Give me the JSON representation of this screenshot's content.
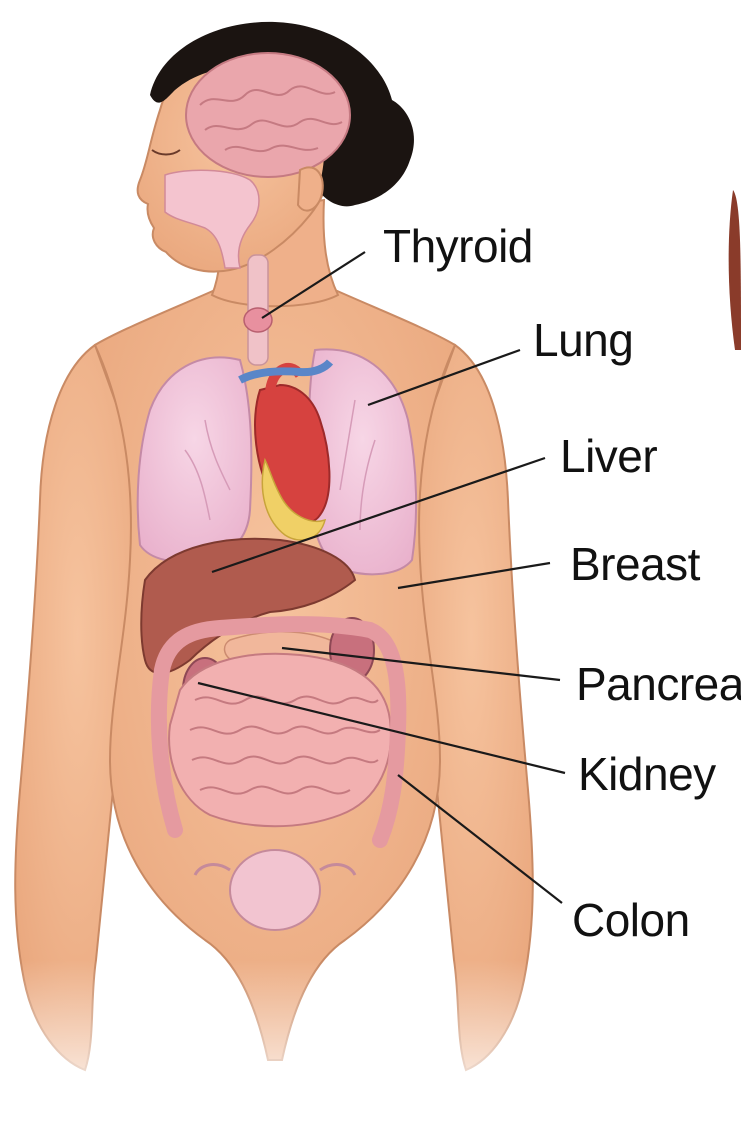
{
  "labels": {
    "thyroid": "Thyroid",
    "lung": "Lung",
    "liver": "Liver",
    "breast": "Breast",
    "pancreas": "Pancreas",
    "kidney": "Kidney",
    "colon": "Colon"
  },
  "colors": {
    "skin": "#f2b88f",
    "skin_shadow": "#d99a72",
    "hair": "#1b1411",
    "brain": "#e8a3a8",
    "lung": "#f3c7dc",
    "heart": "#d6423f",
    "liver": "#b05b4e",
    "intestine": "#f0a8a8",
    "kidney": "#c8707d",
    "text": "#111111"
  }
}
